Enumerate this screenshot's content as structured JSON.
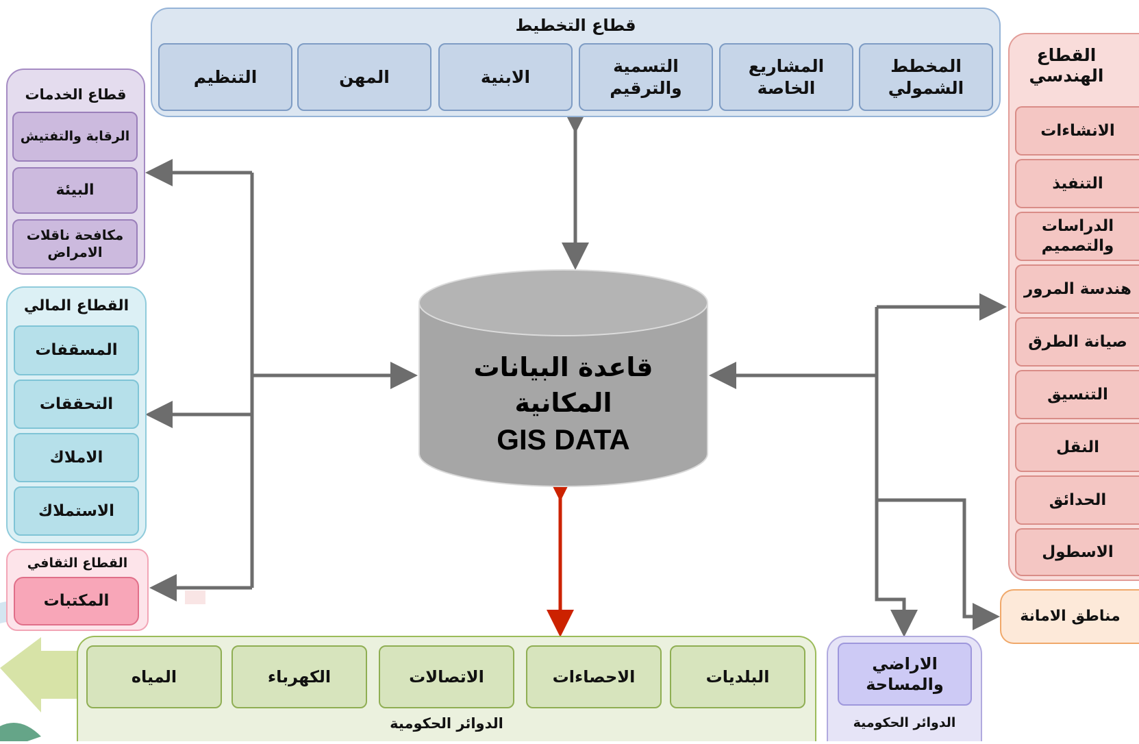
{
  "database": {
    "line1": "قاعدة البيانات",
    "line2": "المكانية",
    "line3": "GIS DATA"
  },
  "planning": {
    "title": "قطاع التخطيط",
    "items": [
      "المخطط الشمولي",
      "المشاريع الخاصة",
      "التسمية والترقيم",
      "الابنية",
      "المهن",
      "التنظيم"
    ]
  },
  "services": {
    "title": "قطاع الخدمات",
    "items": [
      "الرقابة والتفتيش",
      "البيئة",
      "مكافحة ناقلات الامراض"
    ]
  },
  "financial": {
    "title": "القطاع المالي",
    "items": [
      "المسقفات",
      "التحققات",
      "الاملاك",
      "الاستملاك"
    ]
  },
  "cultural": {
    "title": "القطاع الثقافي",
    "items": [
      "المكتبات"
    ]
  },
  "engineering": {
    "title": "القطاع الهندسي",
    "items": [
      "الانشاءات",
      "التنفيذ",
      "الدراسات والتصميم",
      "هندسة المرور",
      "صيانة الطرق",
      "التنسيق",
      "النقل",
      "الحدائق",
      "الاسطول"
    ]
  },
  "amana_zones": {
    "label": "مناطق الامانة"
  },
  "government": {
    "title": "الدوائر الحكومية",
    "items": [
      "البلديات",
      "الاحصاءات",
      "الاتصالات",
      "الكهرباء",
      "المياه"
    ]
  },
  "lands": {
    "title": "الدوائر الحكومية",
    "item": "الاراضي والمساحة"
  },
  "colors": {
    "arrow_gray": "#6d6d6d",
    "arrow_red": "#cc2200",
    "cylinder": "#a6a6a6"
  }
}
